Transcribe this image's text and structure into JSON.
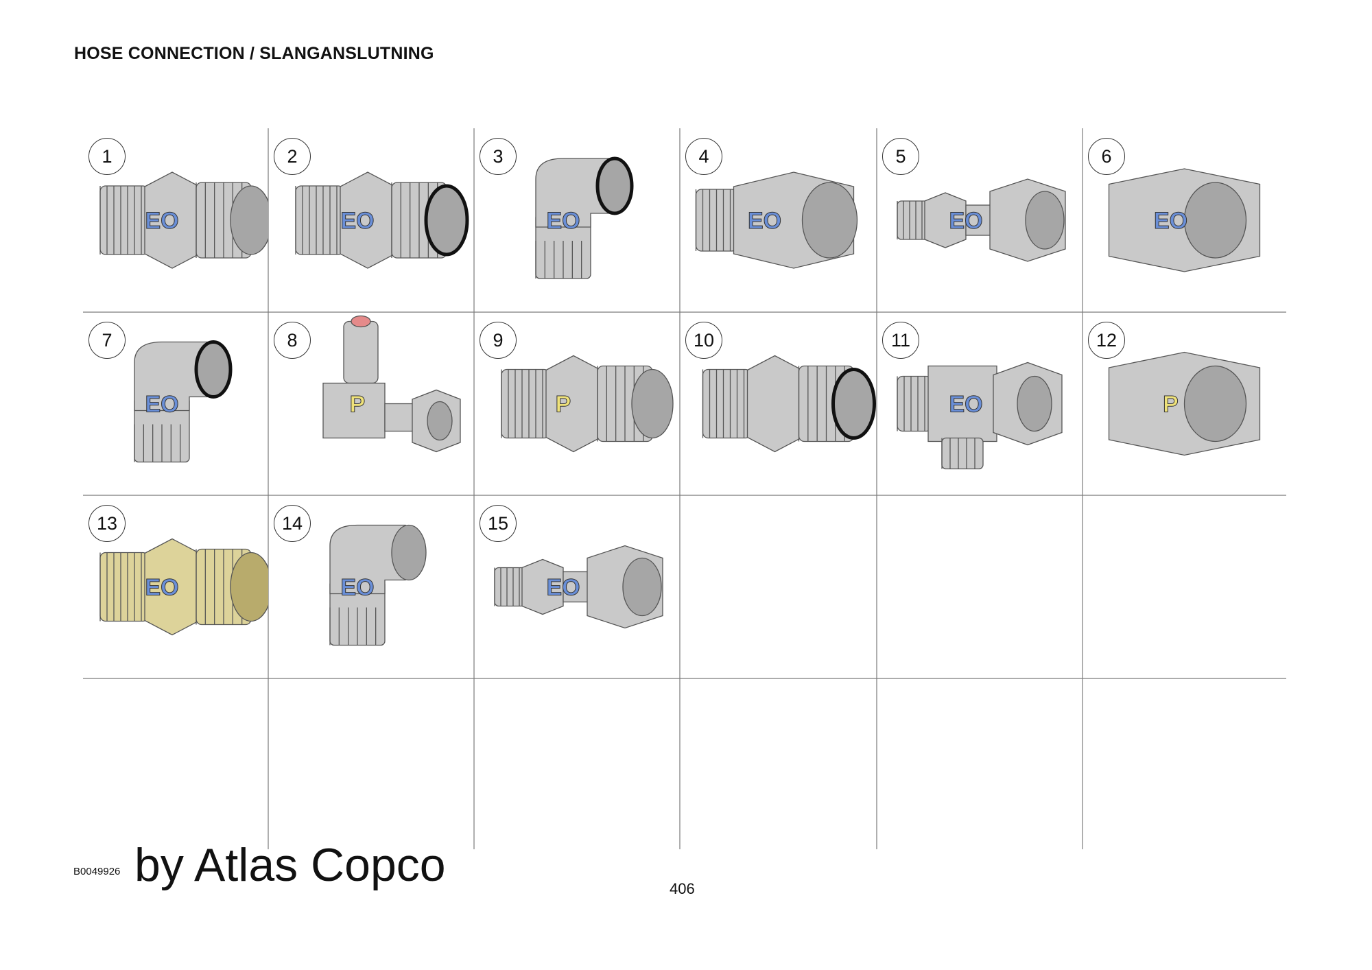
{
  "header": {
    "title": "HOSE CONNECTION / SLANGANSLUTNING"
  },
  "items": [
    {
      "number": "1",
      "label": "EO",
      "kind": "straight-union",
      "finish": "steel"
    },
    {
      "number": "2",
      "label": "EO",
      "kind": "straight-oring",
      "finish": "steel"
    },
    {
      "number": "3",
      "label": "EO",
      "kind": "elbow-90-oring",
      "finish": "steel"
    },
    {
      "number": "4",
      "label": "EO",
      "kind": "female-adapter",
      "finish": "steel"
    },
    {
      "number": "5",
      "label": "EO",
      "kind": "swivel-straight",
      "finish": "steel"
    },
    {
      "number": "6",
      "label": "EO",
      "kind": "hex-nut",
      "finish": "steel"
    },
    {
      "number": "7",
      "label": "EO",
      "kind": "elbow-45-oring",
      "finish": "steel"
    },
    {
      "number": "8",
      "label": "P",
      "kind": "test-point-tee",
      "finish": "steel"
    },
    {
      "number": "9",
      "label": "P",
      "kind": "flare-adapter",
      "finish": "steel"
    },
    {
      "number": "10",
      "label": "",
      "kind": "reducer-oring",
      "finish": "steel"
    },
    {
      "number": "11",
      "label": "EO",
      "kind": "tee-swivel",
      "finish": "steel"
    },
    {
      "number": "12",
      "label": "P",
      "kind": "hex-nut",
      "finish": "steel"
    },
    {
      "number": "13",
      "label": "EO",
      "kind": "straight-union",
      "finish": "brass"
    },
    {
      "number": "14",
      "label": "EO",
      "kind": "elbow-swivel",
      "finish": "steel"
    },
    {
      "number": "15",
      "label": "EO",
      "kind": "swivel-straight",
      "finish": "steel"
    }
  ],
  "colors": {
    "steel": "#c9c9c9",
    "steel_dark": "#a6a6a6",
    "brass": "#ddd39a",
    "brass_dark": "#b8ab6c",
    "eo_label": "#6a8fd8",
    "p_label": "#efe27a",
    "oring": "#111111",
    "outline": "#555555"
  },
  "footer": {
    "doc_id": "B0049926",
    "brand": "by Atlas Copco",
    "page": "406"
  }
}
